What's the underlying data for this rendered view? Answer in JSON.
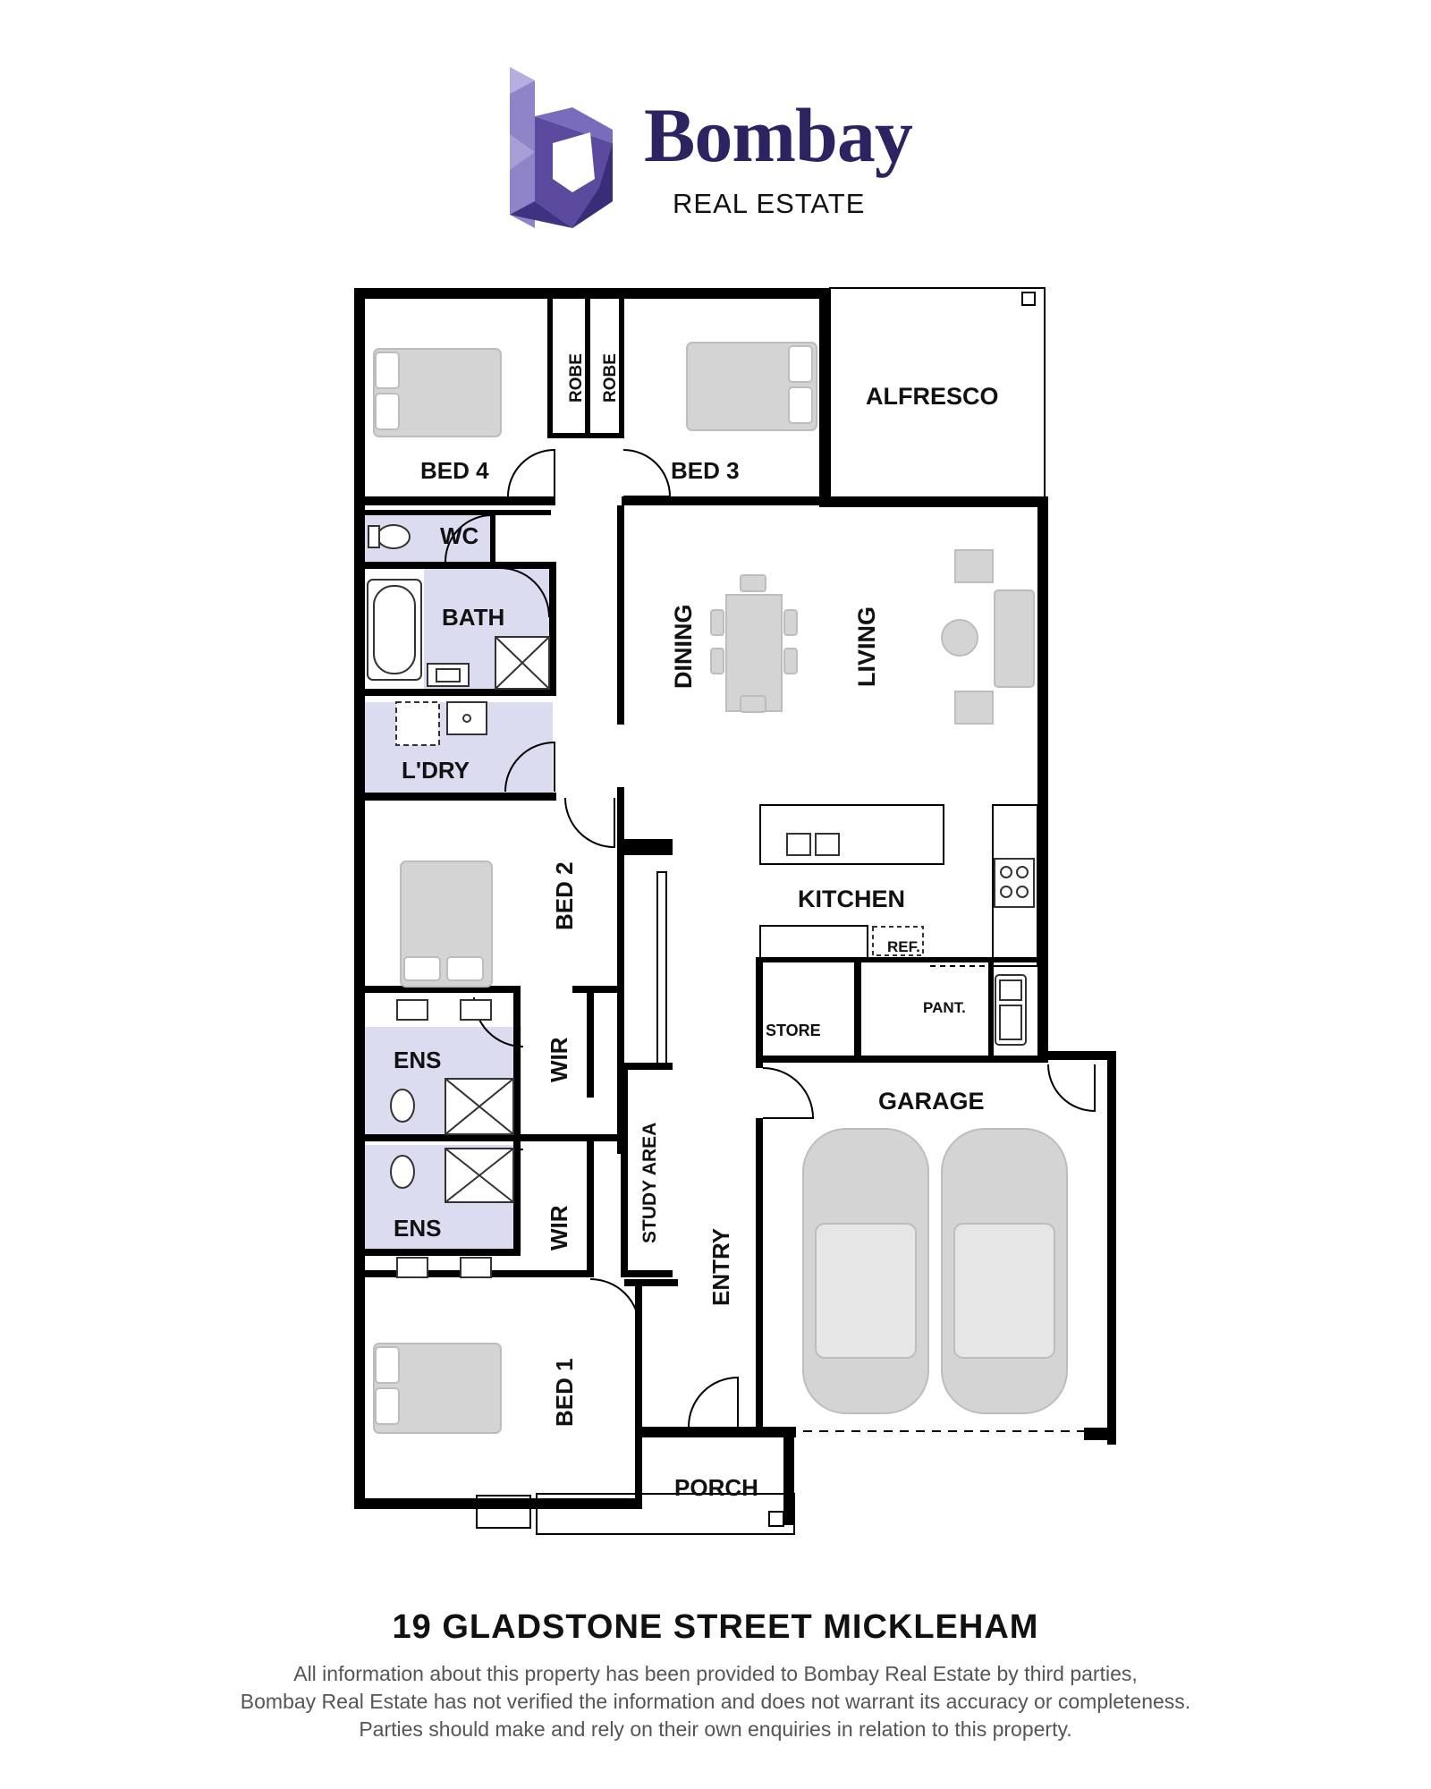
{
  "brand": {
    "name": "Bombay",
    "subtitle": "REAL ESTATE",
    "logo_color": "#5b4a9e",
    "text_color": "#2c2460"
  },
  "plan": {
    "wet_area_color": "#dcdcf0",
    "wall_color": "#000000",
    "furniture_color": "#d4d4d4",
    "rooms": {
      "bed4": "BED 4",
      "robe1": "ROBE",
      "robe2": "ROBE",
      "bed3": "BED 3",
      "alfresco": "ALFRESCO",
      "wc": "WC",
      "bath": "BATH",
      "dining": "DINING",
      "living": "LIVING",
      "laundry": "L'DRY",
      "bed2": "BED 2",
      "kitchen": "KITCHEN",
      "ref": "REF.",
      "store": "STORE",
      "pantry": "PANT.",
      "ens1": "ENS",
      "wir1": "WIR",
      "garage": "GARAGE",
      "study": "STUDY AREA",
      "ens2": "ENS",
      "wir2": "WIR",
      "entry": "ENTRY",
      "bed1": "BED 1",
      "porch": "PORCH"
    }
  },
  "footer": {
    "address": "19 GLADSTONE STREET MICKLEHAM",
    "disclaimer_line1": "All information about this property has been provided to Bombay Real Estate by third parties,",
    "disclaimer_line2": "Bombay Real Estate has not verified the information and does not warrant its accuracy or completeness.",
    "disclaimer_line3": "Parties should make and rely on their own enquiries in relation to this property."
  }
}
